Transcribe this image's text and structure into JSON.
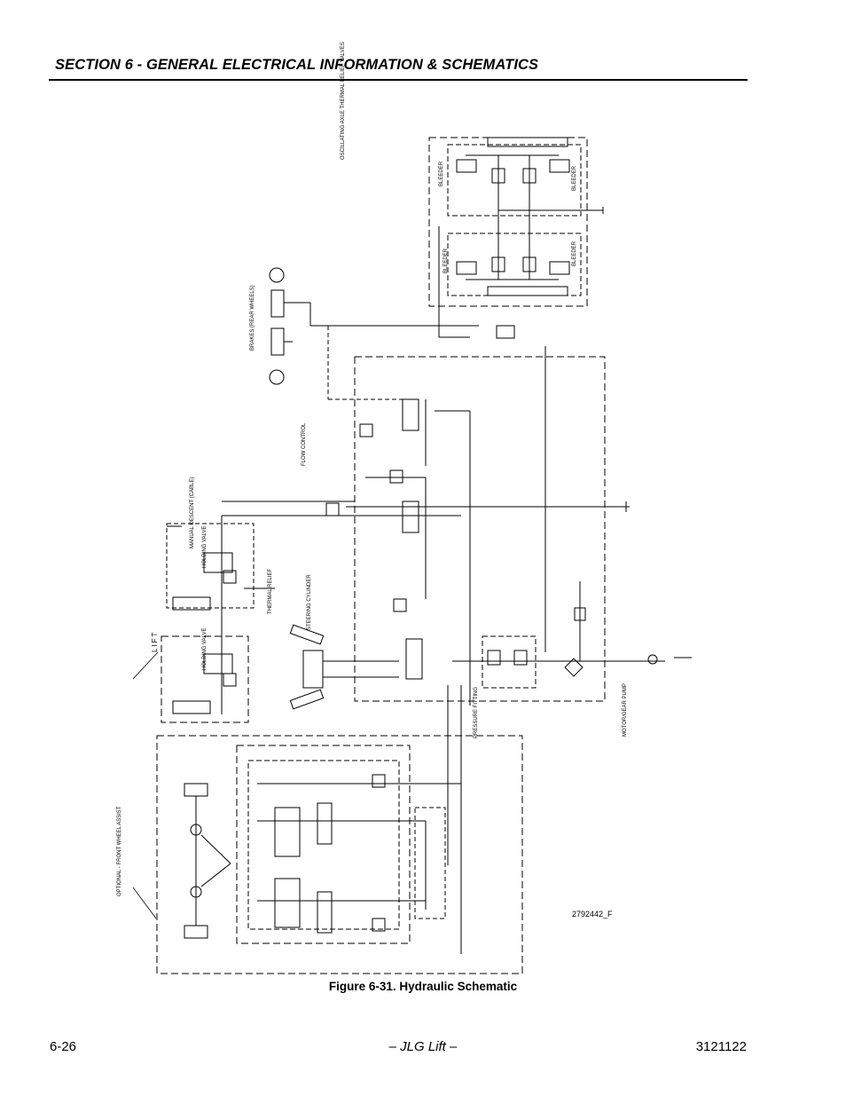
{
  "header": {
    "section_title": "SECTION 6 - GENERAL ELECTRICAL INFORMATION & SCHEMATICS"
  },
  "figure": {
    "caption": "Figure 6-31.  Hydraulic Schematic",
    "drawing_number": "2792442_F",
    "labels": {
      "oscillating_axle": "OSCILLATING AXLE THERMAL RELIEF VALVES",
      "bleeder_1": "BLEEDER",
      "bleeder_2": "BLEEDER",
      "bleeder_3": "BLEEDER",
      "bleeder_4": "BLEEDER",
      "brakes": "BRAKES (REAR WHEELS)",
      "flow_control": "FLOW CONTROL",
      "manual_descent": "MANUAL DESCENT (CABLE)",
      "thermal_relief": "THERMAL RELIEF",
      "lift": "LIFT",
      "holding_valve_1": "HOLDING VALVE",
      "holding_valve_2": "HOLDING VALVE",
      "steering_cylinder": "STEERING CYLINDER",
      "motor_gear_pump": "MOTOR/GEAR PUMP",
      "front_wheel_assist": "OPTIONAL - FRONT WHEEL ASSIST",
      "pressure_fitting": "PRESSURE FITTING"
    }
  },
  "footer": {
    "page_number": "6-26",
    "center": "– JLG Lift –",
    "doc_number": "3121122"
  }
}
